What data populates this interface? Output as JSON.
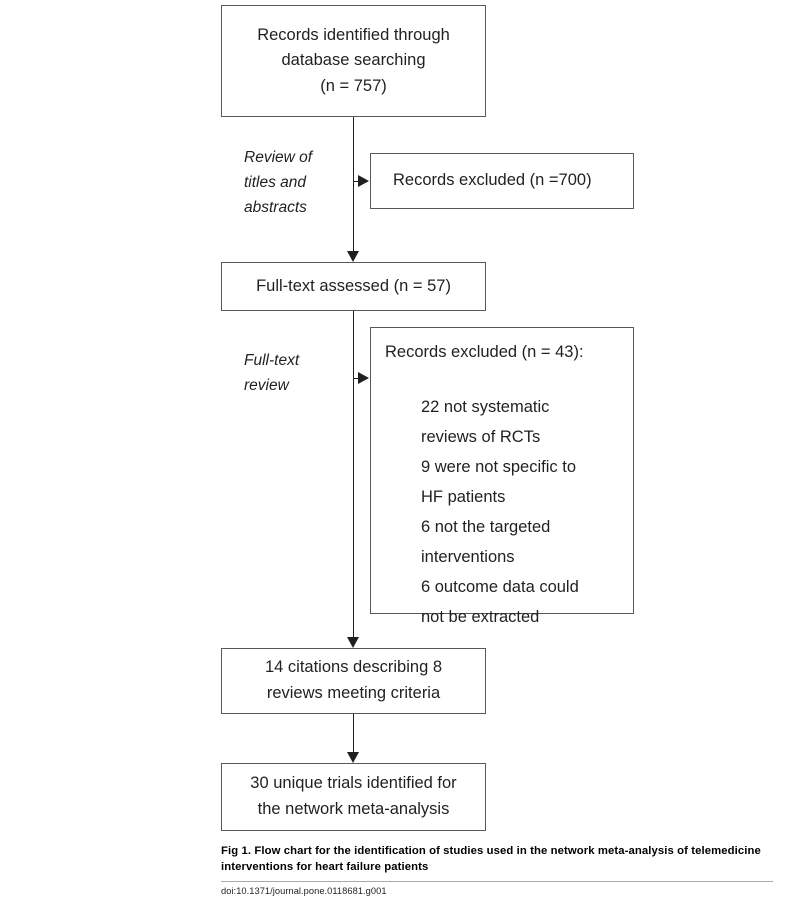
{
  "figure": {
    "caption_title": "Fig 1. Flow chart for the identification of studies used in the network meta-analysis of telemedicine interventions for heart failure patients",
    "doi": "doi:10.1371/journal.pone.0118681.g001"
  },
  "flow": {
    "identified": {
      "line1": "Records identified through",
      "line2": "database searching",
      "line3": "(n = 757)"
    },
    "excluded_titles": {
      "text": "Records excluded (n =700)"
    },
    "fulltext_assessed": {
      "text": "Full-text assessed (n = 57)"
    },
    "excluded_fulltext": {
      "heading": "Records excluded (n = 43):",
      "reasons": [
        "22 not systematic",
        "reviews of RCTs",
        "9 were not specific to",
        "HF patients",
        "6 not the targeted",
        "interventions",
        "6 outcome data could",
        "not be extracted"
      ]
    },
    "citations": {
      "line1": "14 citations describing 8",
      "line2": "reviews meeting criteria"
    },
    "trials": {
      "line1": "30 unique trials identified for",
      "line2": "the network meta-analysis"
    },
    "stage_labels": {
      "titles_review": "Review of titles and abstracts",
      "fulltext_review": "Full-text review"
    }
  },
  "colors": {
    "box_border": "#58585a",
    "connector": "#231f20",
    "text": "#231f20",
    "background": "#ffffff"
  }
}
